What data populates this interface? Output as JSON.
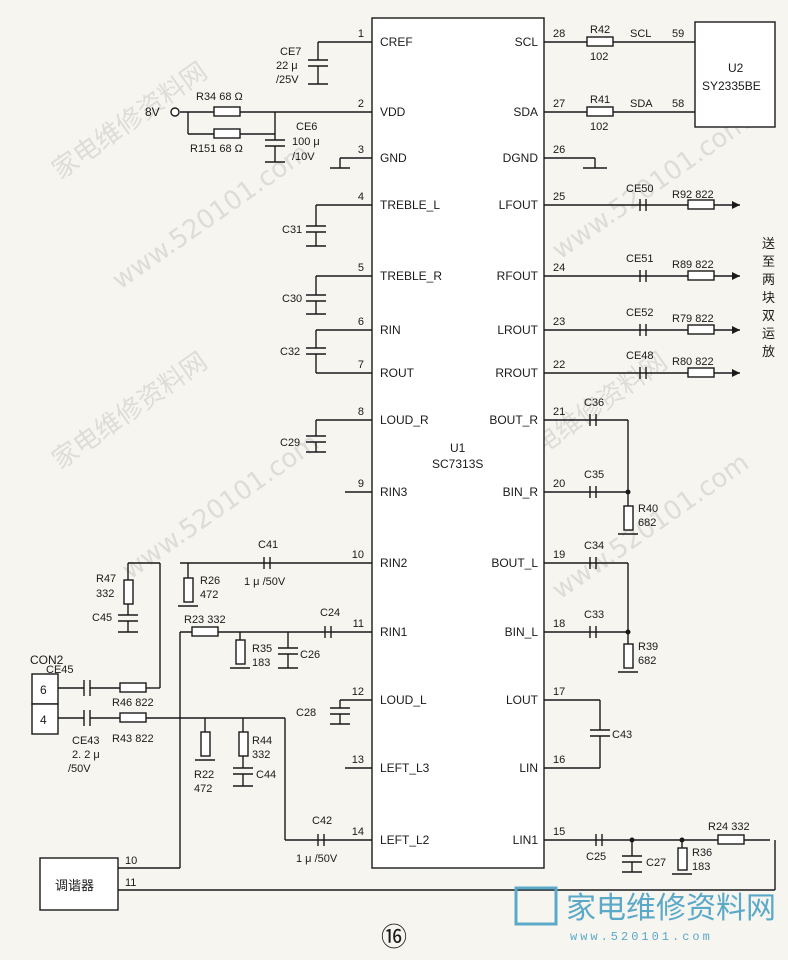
{
  "u1": {
    "name": "U1",
    "part": "SC7313S"
  },
  "u2": {
    "name": "U2",
    "part": "SY2335BE"
  },
  "tuner_label": "调谐器",
  "con2_label": "CON2",
  "side_label_chars": [
    "送",
    "至",
    "两",
    "块",
    "双",
    "运",
    "放"
  ],
  "page_number": "⑯",
  "supply_label": "8V",
  "pins_left": [
    {
      "num": "1",
      "name": "CREF"
    },
    {
      "num": "2",
      "name": "VDD"
    },
    {
      "num": "3",
      "name": "GND"
    },
    {
      "num": "4",
      "name": "TREBLE_L"
    },
    {
      "num": "5",
      "name": "TREBLE_R"
    },
    {
      "num": "6",
      "name": "RIN"
    },
    {
      "num": "7",
      "name": "ROUT"
    },
    {
      "num": "8",
      "name": "LOUD_R"
    },
    {
      "num": "9",
      "name": "RIN3"
    },
    {
      "num": "10",
      "name": "RIN2"
    },
    {
      "num": "11",
      "name": "RIN1"
    },
    {
      "num": "12",
      "name": "LOUD_L"
    },
    {
      "num": "13",
      "name": "LEFT_L3"
    },
    {
      "num": "14",
      "name": "LEFT_L2"
    }
  ],
  "pins_right": [
    {
      "num": "28",
      "name": "SCL"
    },
    {
      "num": "27",
      "name": "SDA"
    },
    {
      "num": "26",
      "name": "DGND"
    },
    {
      "num": "25",
      "name": "LFOUT"
    },
    {
      "num": "24",
      "name": "RFOUT"
    },
    {
      "num": "23",
      "name": "LROUT"
    },
    {
      "num": "22",
      "name": "RROUT"
    },
    {
      "num": "21",
      "name": "BOUT_R"
    },
    {
      "num": "20",
      "name": "BIN_R"
    },
    {
      "num": "19",
      "name": "BOUT_L"
    },
    {
      "num": "18",
      "name": "BIN_L"
    },
    {
      "num": "17",
      "name": "LOUT"
    },
    {
      "num": "16",
      "name": "LIN"
    },
    {
      "num": "15",
      "name": "LIN1"
    }
  ],
  "u2_pins": {
    "scl_num": "59",
    "sda_num": "58",
    "scl_label": "SCL",
    "sda_label": "SDA"
  },
  "components": {
    "ce7": [
      "CE7",
      "22 μ",
      "/25V"
    ],
    "r34": "R34  68 Ω",
    "r151": "R151  68 Ω",
    "ce6": [
      "CE6",
      "100 μ",
      "/10V"
    ],
    "c31": "C31",
    "c30": "C30",
    "c32": "C32",
    "c29": "C29",
    "c41": "C41",
    "c41_val": "1 μ /50V",
    "r47": [
      "R47",
      "332"
    ],
    "c45": "C45",
    "r26": [
      "R26",
      "472"
    ],
    "r23": "R23  332",
    "c24": "C24",
    "r35": [
      "R35",
      "183"
    ],
    "c26": "C26",
    "ce45": "CE45",
    "r46": "R46  822",
    "ce43": [
      "CE43",
      "2. 2 μ",
      "/50V"
    ],
    "r43": "R43  822",
    "r22": [
      "R22",
      "472"
    ],
    "r44": [
      "R44",
      "332"
    ],
    "c44": "C44",
    "c28": "C28",
    "c42": "C42",
    "c42_val": "1 μ /50V",
    "r42": [
      "R42",
      "102"
    ],
    "r41": [
      "R41",
      "102"
    ],
    "ce50": "CE50",
    "r92": "R92  822",
    "ce51": "CE51",
    "r89": "R89  822",
    "ce52": "CE52",
    "r79": "R79  822",
    "ce48": "CE48",
    "r80": "R80  822",
    "c36": "C36",
    "c35": "C35",
    "r40": [
      "R40",
      "682"
    ],
    "c34": "C34",
    "c33": "C33",
    "r39": [
      "R39",
      "682"
    ],
    "c43": "C43",
    "c25": "C25",
    "c27": "C27",
    "r36": [
      "R36",
      "183"
    ],
    "r24": "R24  332"
  },
  "con2_pins": [
    "6",
    "4"
  ],
  "tuner_pins": [
    "10",
    "11"
  ],
  "watermark": {
    "site": "www.520101.com",
    "cn": "家电维修资料网",
    "logo": "家电维修资料网",
    "logo_url": "www.520101.com"
  }
}
